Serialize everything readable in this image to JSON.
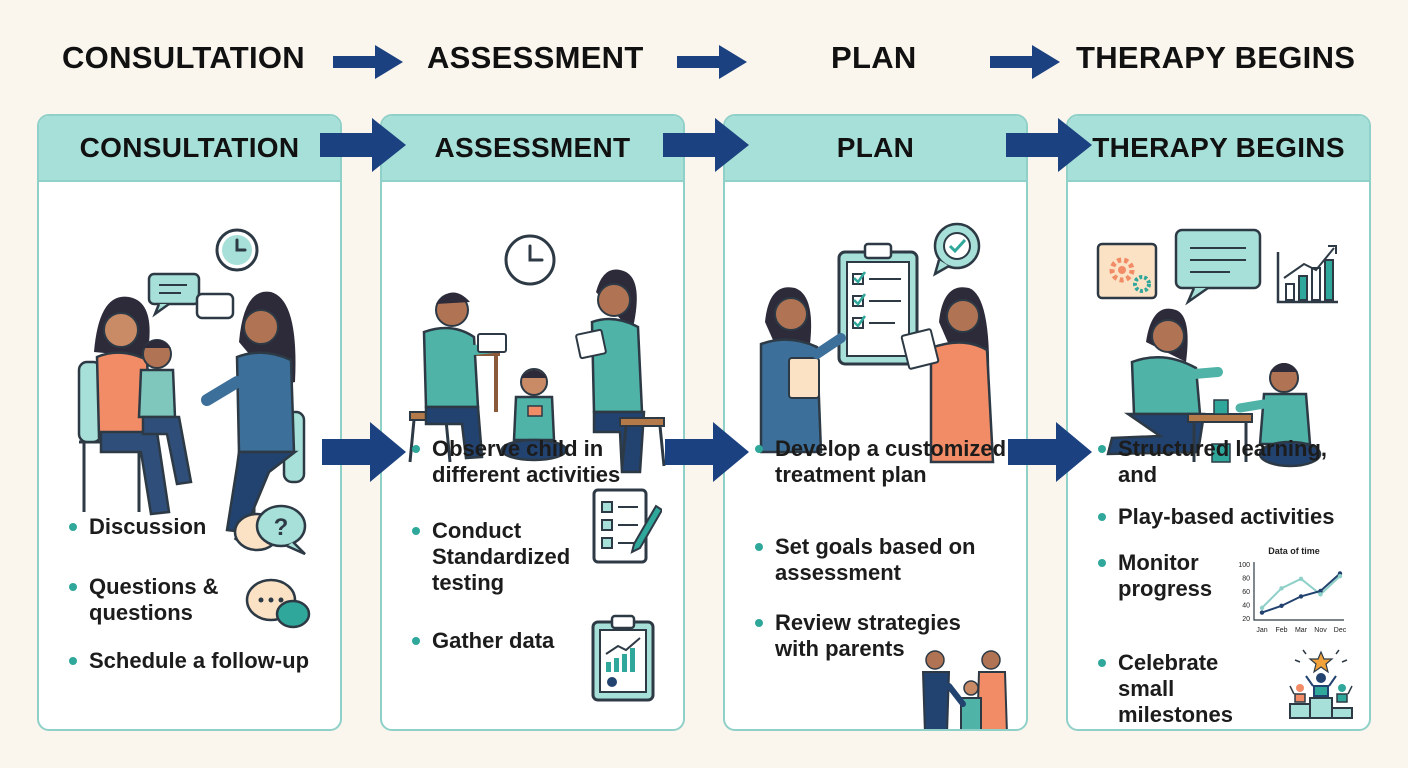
{
  "top_steps": [
    {
      "label": "CONSULTATION"
    },
    {
      "label": "ASSESSMENT"
    },
    {
      "label": "PLAN"
    },
    {
      "label": "THERAPY BEGINS"
    }
  ],
  "colors": {
    "background": "#faf6ee",
    "header": "#a6e0d8",
    "border": "#8fd0c8",
    "arrow": "#1b4180",
    "accent": "#2fa79b",
    "skin_orange": "#f28c66",
    "teal_shirt": "#4fb3a8",
    "navy": "#22426f"
  },
  "cards": [
    {
      "title": "CONSULTATION",
      "bullets": [
        "Discussion",
        "Questions & questions",
        "Schedule a follow-up"
      ],
      "icons": [
        "clock-icon",
        "chat-bubbles-icon",
        "question-bubble-icon",
        "ellipsis-bubble-icon"
      ]
    },
    {
      "title": "ASSESSMENT",
      "bullets": [
        "Observe child in different activities",
        "Conduct Standardized testing",
        "Gather data"
      ],
      "icons": [
        "clock-icon",
        "checklist-pen-icon",
        "clipboard-chart-icon"
      ]
    },
    {
      "title": "PLAN",
      "bullets": [
        "Develop a customized treatment plan",
        "Set goals based on assessment",
        "Review strategies with parents"
      ],
      "icons": [
        "clipboard-checklist-icon",
        "check-bubble-icon",
        "family-icon"
      ]
    },
    {
      "title": "THERAPY BEGINS",
      "bullets": [
        "Structured learning, and",
        "Play-based activities",
        "Monitor progress",
        "Celebrate small milestones"
      ],
      "icons": [
        "gears-icon",
        "message-icon",
        "bar-chart-icon",
        "line-chart-icon",
        "podium-icon"
      ]
    }
  ],
  "mini_chart": {
    "title": "Data of time",
    "x_labels": [
      "Jan",
      "Feb",
      "Mar",
      "Nov",
      "Dec"
    ],
    "y_labels": [
      "100",
      "80",
      "60",
      "40",
      "20"
    ],
    "series_dark": [
      28,
      38,
      52,
      60,
      86
    ],
    "series_light": [
      35,
      64,
      78,
      55,
      82
    ]
  }
}
